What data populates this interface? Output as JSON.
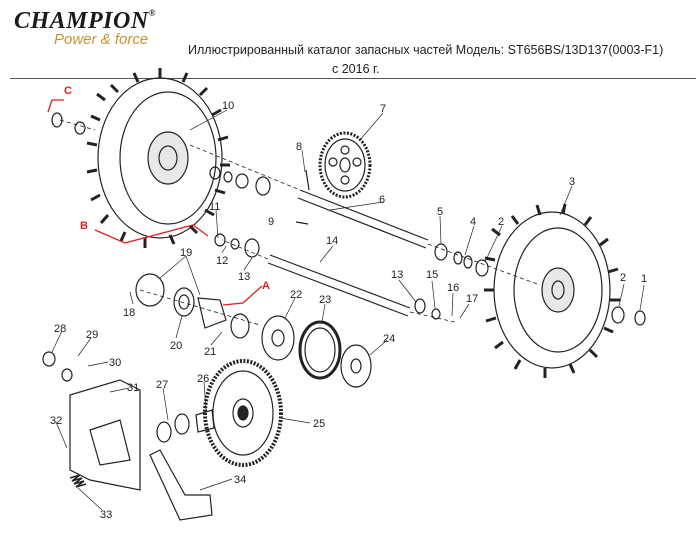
{
  "brand": {
    "name": "CHAMPION",
    "registered": "®",
    "tagline": "Power & force"
  },
  "header": {
    "title": "Иллюстрированный каталог запасных частей Модель: ST656BS/13D137(0003-F1)",
    "subtitle": "с 2016 г."
  },
  "diagram": {
    "callouts": {
      "p1": "1",
      "p2a": "2",
      "p2b": "2",
      "p3": "3",
      "p4": "4",
      "p5": "5",
      "p6": "6",
      "p7": "7",
      "p8": "8",
      "p9": "9",
      "p10": "10",
      "p11": "11",
      "p12": "12",
      "p13a": "13",
      "p13b": "13",
      "p14": "14",
      "p15": "15",
      "p16": "16",
      "p17": "17",
      "p18": "18",
      "p19": "19",
      "p20": "20",
      "p21": "21",
      "p22": "22",
      "p23": "23",
      "p24": "24",
      "p25": "25",
      "p26": "26",
      "p27": "27",
      "p28": "28",
      "p29": "29",
      "p30": "30",
      "p31": "31",
      "p32": "32",
      "p33": "33",
      "p34": "34"
    },
    "references": {
      "a": "A",
      "b": "B",
      "c": "C"
    },
    "colors": {
      "line": "#222222",
      "reference": "#e02020",
      "brand_accent": "#c8922c"
    }
  }
}
